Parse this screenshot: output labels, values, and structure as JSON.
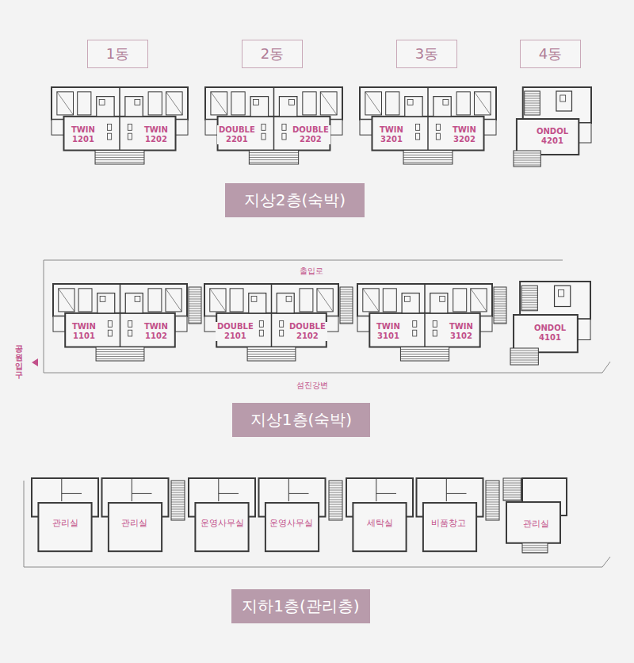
{
  "diagram": {
    "nodes": [
      {
        "text": [
          "1동"
        ]
      },
      {
        "text": [
          "2동"
        ]
      },
      {
        "text": [
          "3동"
        ]
      },
      {
        "text": [
          "4동"
        ]
      },
      {
        "text": [
          "지상2층(숙박)"
        ]
      },
      {
        "text": [
          "지상1층(숙박)"
        ]
      },
      {
        "text": [
          "지하1층(관리층)"
        ]
      }
    ],
    "labels": [
      "TWIN 1201",
      "TWIN 1202",
      "DOUBLE 2201",
      "DOUBLE 2202",
      "TWIN 3201",
      "TWIN 3202",
      "ONDOL 4201",
      "출입로",
      "TWIN 1101",
      "TWIN 1102",
      "DOUBLE 2101",
      "DOUBLE 2102",
      "TWIN 3101",
      "TWIN 3102",
      "ONDOL 4101",
      "공원 입구",
      "섬진강변",
      "관리실",
      "관리실",
      "운영사무실",
      "운영사무실",
      "세탁실",
      "비품창고",
      "관리실"
    ]
  }
}
